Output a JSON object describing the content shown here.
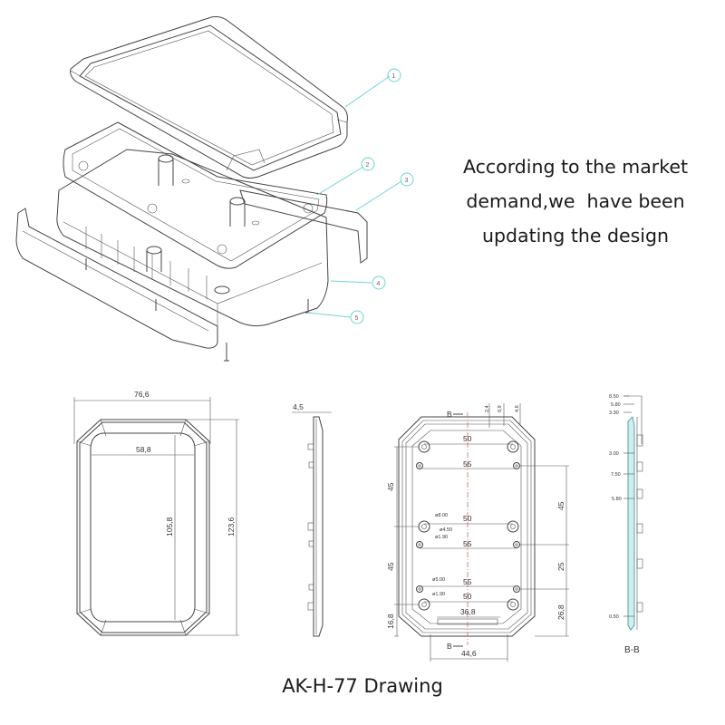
{
  "tagline": {
    "lines": [
      "According to the market",
      "demand,we  have been",
      "updating the design"
    ]
  },
  "caption": "AK-H-77 Drawing",
  "exploded_view": {
    "callouts": [
      "1",
      "2",
      "3",
      "4",
      "5"
    ],
    "callout_color": "#6fd3d6"
  },
  "top_view": {
    "outer_width": "76,6",
    "inner_width": "58,8",
    "inner_height": "105,8",
    "outer_height": "123,6"
  },
  "side_view": {
    "thickness": "4,5"
  },
  "base_view": {
    "section_mark_top": "B",
    "section_mark_bottom": "B",
    "top_dims": [
      "2,4",
      "0,9",
      "4,6"
    ],
    "horizontal_dims": [
      "50",
      "55",
      "50",
      "55",
      "55",
      "50",
      "36,8",
      "44,6"
    ],
    "left_dims": [
      "45",
      "45",
      "16,8"
    ],
    "right_dims": [
      "45",
      "25",
      "26,8"
    ],
    "hole_labels": [
      "ø8.00",
      "ø4.50",
      "ø1.90",
      "ø5.00",
      "ø1.90"
    ]
  },
  "section_view": {
    "label": "B-B",
    "dims": [
      "8.50",
      "5.80",
      "3.30",
      "3.00",
      "7.50",
      "5.80",
      "0.50"
    ]
  }
}
